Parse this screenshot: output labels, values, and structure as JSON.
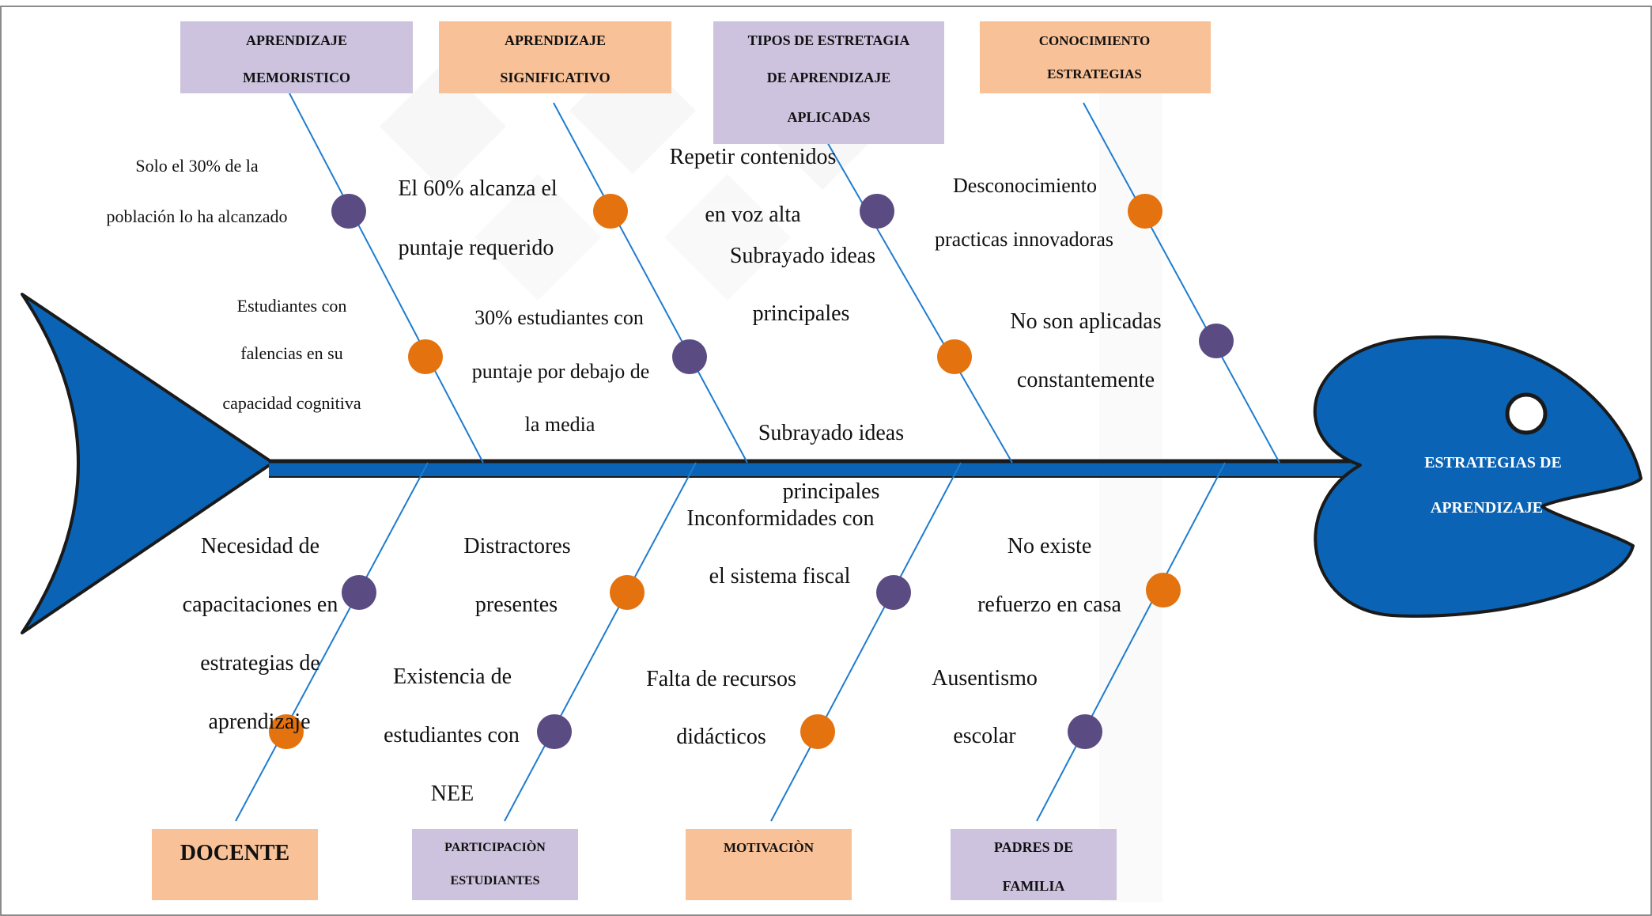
{
  "colors": {
    "fish_blue": "#0a63b4",
    "bone_line": "#1f7ccf",
    "spine_dark": "#1a1a1a",
    "box_purple": "#cdc3de",
    "box_orange": "#f8c197",
    "dot_purple": "#5a4b82",
    "dot_orange": "#e3720f"
  },
  "head_label": {
    "line1": "ESTRATEGIAS DE",
    "line2": "APRENDIZAJE"
  },
  "categories_top": [
    {
      "id": "memoristico",
      "lines": [
        "APRENDIZAJE",
        "MEMORISTICO"
      ],
      "color": "purple"
    },
    {
      "id": "significativo",
      "lines": [
        "APRENDIZAJE",
        "SIGNIFICATIVO"
      ],
      "color": "orange"
    },
    {
      "id": "tipos",
      "lines": [
        "TIPOS DE ESTRETAGIA",
        "DE APRENDIZAJE",
        "APLICADAS"
      ],
      "color": "purple"
    },
    {
      "id": "conocimiento",
      "lines": [
        "CONOCIMIENTO",
        "ESTRATEGIAS"
      ],
      "color": "orange"
    }
  ],
  "categories_bottom": [
    {
      "id": "docente",
      "lines": [
        "DOCENTE"
      ],
      "color": "orange"
    },
    {
      "id": "participacion",
      "lines": [
        "PARTICIPACIÒN",
        "ESTUDIANTES"
      ],
      "color": "purple"
    },
    {
      "id": "motivacion",
      "lines": [
        "MOTIVACIÒN"
      ],
      "color": "orange"
    },
    {
      "id": "padres",
      "lines": [
        "PADRES DE",
        "FAMILIA"
      ],
      "color": "purple"
    }
  ],
  "causes": {
    "memoristico_1": [
      "Solo el 30% de la",
      "población lo ha alcanzado"
    ],
    "memoristico_2": [
      "Estudiantes con",
      "falencias en su",
      "capacidad cognitiva"
    ],
    "significativo_1": [
      "El 60% alcanza el",
      "puntaje requerido"
    ],
    "significativo_2": [
      "30% estudiantes con",
      "puntaje por debajo de",
      "la media"
    ],
    "tipos_1": [
      "Repetir contenidos",
      "en voz alta"
    ],
    "tipos_2": [
      "Subrayado ideas",
      "principales"
    ],
    "tipos_3": [
      "Subrayado ideas",
      "principales"
    ],
    "conocimiento_1": [
      "Desconocimiento",
      "practicas innovadoras"
    ],
    "conocimiento_2": [
      "No son  aplicadas",
      "constantemente"
    ],
    "docente_1": [
      "Necesidad de",
      "capacitaciones en",
      "estrategias de",
      "aprendizaje"
    ],
    "participacion_1": [
      "Distractores",
      "presentes"
    ],
    "participacion_2": [
      "Existencia de",
      "estudiantes con",
      "NEE"
    ],
    "motivacion_1": [
      "Inconformidades con",
      "el sistema fiscal"
    ],
    "motivacion_2": [
      "Falta de recursos",
      "didácticos"
    ],
    "padres_1": [
      "No existe",
      "refuerzo en casa"
    ],
    "padres_2": [
      "Ausentismo",
      "escolar"
    ]
  }
}
